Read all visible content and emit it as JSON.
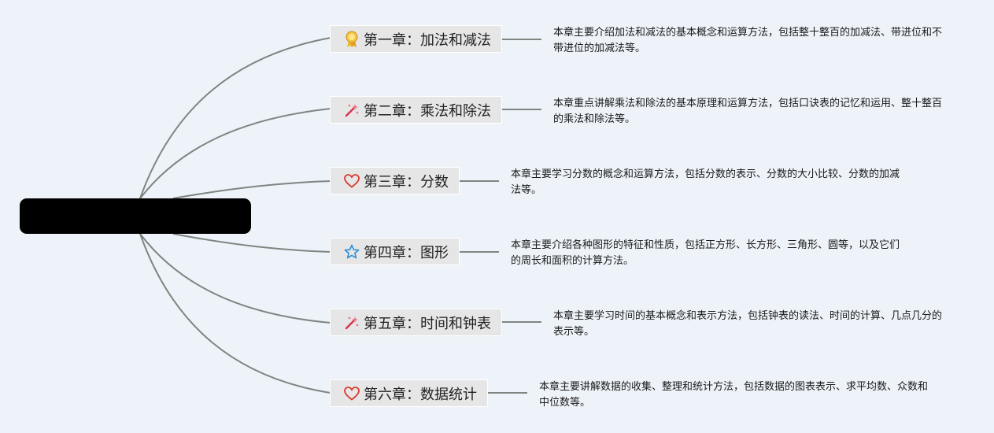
{
  "colors": {
    "background": "#eef3f9",
    "root": "#000000",
    "node": "#e6e6e6",
    "line": "#7f8580"
  },
  "root": {
    "label": ""
  },
  "chapters": [
    {
      "title": "第一章：加法和减法",
      "icon": "award-ribbon-icon",
      "desc": "本章主要介绍加法和减法的基本概念和运算方法，包括整十整百的加减法、带进位和不带进位的加减法等。"
    },
    {
      "title": "第二章：乘法和除法",
      "icon": "magic-wand-icon",
      "desc": "本章重点讲解乘法和除法的基本原理和运算方法，包括口诀表的记忆和运用、整十整百的乘法和除法等。"
    },
    {
      "title": "第三章：分数",
      "icon": "heart-icon",
      "desc": "本章主要学习分数的概念和运算方法，包括分数的表示、分数的大小比较、分数的加减法等。"
    },
    {
      "title": "第四章：图形",
      "icon": "star-icon",
      "desc": "本章主要介绍各种图形的特征和性质，包括正方形、长方形、三角形、圆等，以及它们的周长和面积的计算方法。"
    },
    {
      "title": "第五章：时间和钟表",
      "icon": "magic-wand-icon",
      "desc": "本章主要学习时间的基本概念和表示方法，包括钟表的读法、时间的计算、几点几分的表示等。"
    },
    {
      "title": "第六章：数据统计",
      "icon": "heart-icon",
      "desc": "本章主要讲解数据的收集、整理和统计方法，包括数据的图表表示、求平均数、众数和中位数等。"
    }
  ]
}
